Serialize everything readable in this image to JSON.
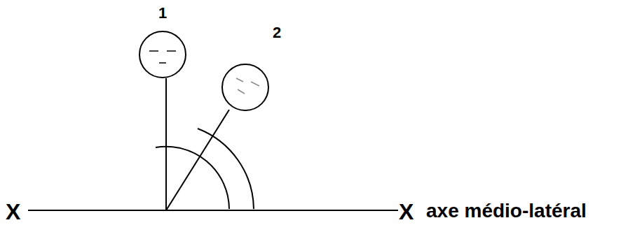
{
  "diagram": {
    "labels": [
      "1",
      "2",
      "X",
      "X",
      "axe médio-latéral"
    ]
  }
}
